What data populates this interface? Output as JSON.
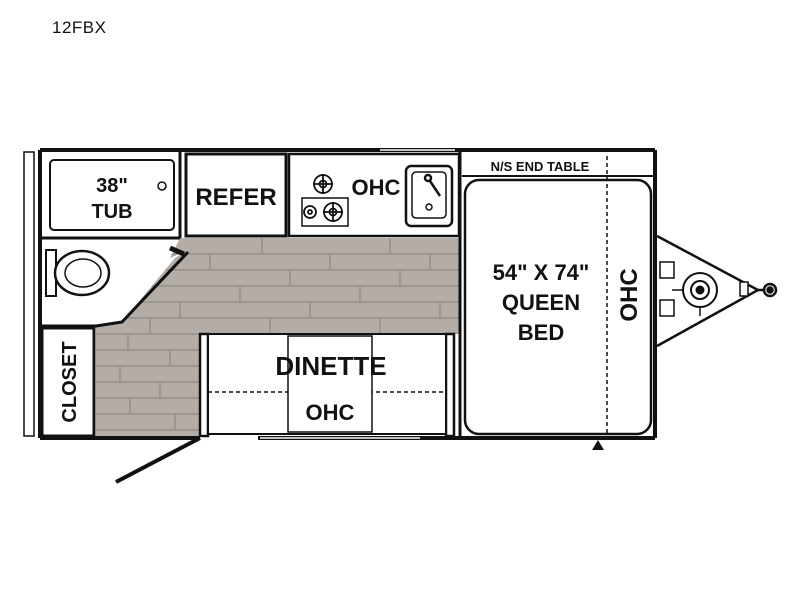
{
  "model": "12FBX",
  "rooms": {
    "tub": {
      "line1": "38\"",
      "line2": "TUB"
    },
    "refer": "REFER",
    "kitchen_ohc": "OHC",
    "end_table": "N/S END TABLE",
    "bed": {
      "line1": "54\" X 74\"",
      "line2": "QUEEN",
      "line3": "BED"
    },
    "front_ohc": "OHC",
    "closet": "CLOSET",
    "dinette": "DINETTE",
    "dinette_ohc": "OHC"
  },
  "colors": {
    "wall": "#111111",
    "floor": "#b3aca7",
    "floor_line": "#8f8984"
  },
  "icons": [
    "toilet-icon",
    "burner-icon",
    "sink-icon",
    "faucet-icon",
    "hitch-icon",
    "wheel-icon"
  ]
}
